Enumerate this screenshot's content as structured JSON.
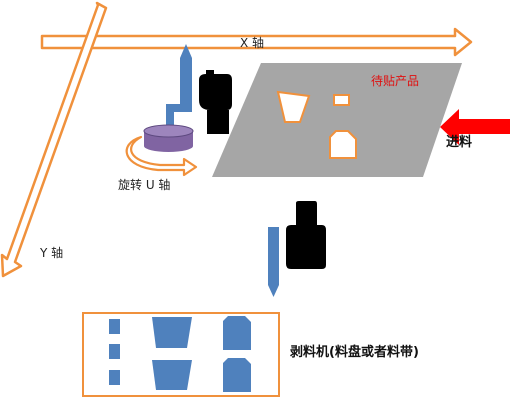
{
  "labels": {
    "x_axis": "X 轴",
    "y_axis": "Y 轴",
    "rotate_u": "旋转 U 轴",
    "product": "待贴产品",
    "feed": "进料",
    "feeder": "剥料机(料盘或者料带)"
  },
  "colors": {
    "axis_outline": "#f0913c",
    "workpiece": "#a6a6a6",
    "feed_arrow": "#ff0000",
    "nozzle": "#4f81bd",
    "rotary": "#8064a2",
    "camera": "#000000",
    "product_label": "#e01010"
  },
  "icons": {
    "camera_top": "camera-icon",
    "camera_bottom": "camera-icon",
    "nozzle": "nozzle-icon"
  }
}
